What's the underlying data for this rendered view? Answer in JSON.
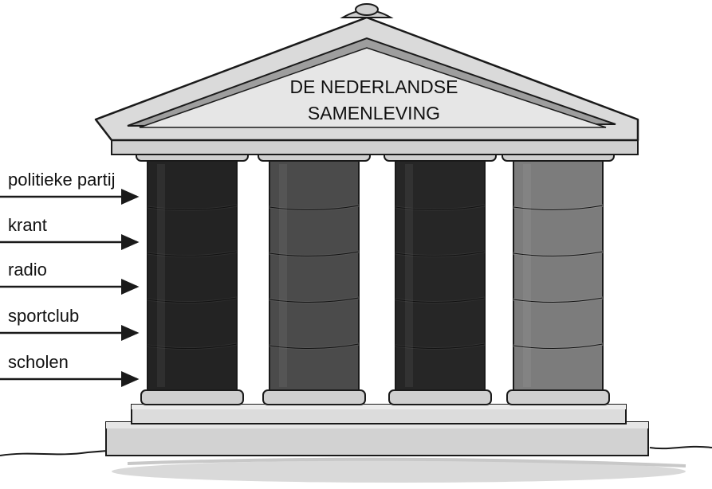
{
  "title_lines": [
    "DE NEDERLANDSE",
    "SAMENLEVING"
  ],
  "labels": [
    "politieke partij",
    "krant",
    "radio",
    "sportclub",
    "scholen"
  ],
  "pillars": [
    {
      "color": "#232323",
      "stripe": "#2f2f2f"
    },
    {
      "color": "#4b4b4b",
      "stripe": "#565656"
    },
    {
      "color": "#262626",
      "stripe": "#333333"
    },
    {
      "color": "#7c7c7c",
      "stripe": "#878787"
    }
  ],
  "colors": {
    "roof": "#dcdcdc",
    "roof_inner": "#e8e8e8",
    "roof_edge": "#9a9a9a",
    "stone": "#d4d4d4",
    "shadow": "#bdbdbd",
    "ink": "#1a1a1a"
  }
}
